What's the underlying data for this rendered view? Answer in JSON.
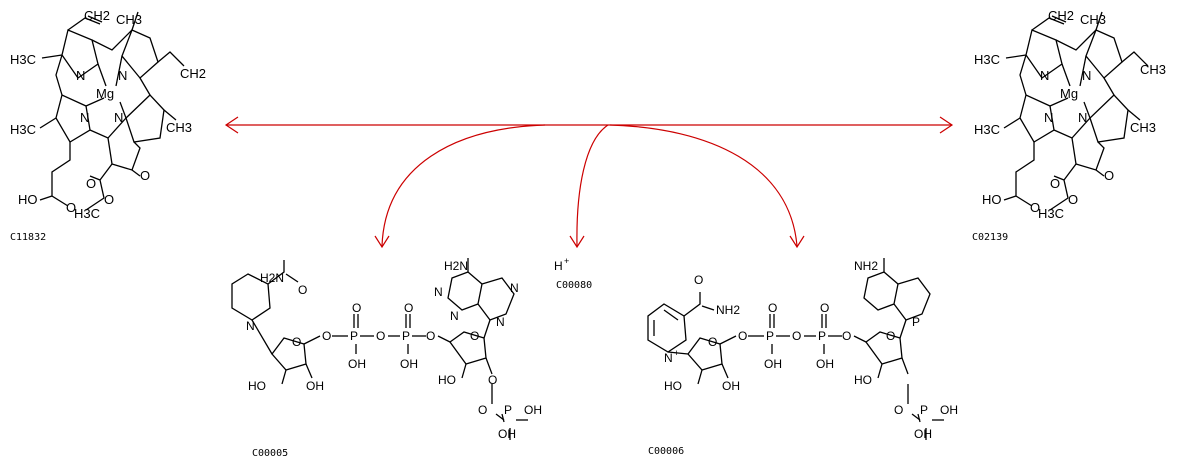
{
  "colors": {
    "arrow": "#cc0000",
    "structure": "#000000",
    "background": "#ffffff"
  },
  "compounds": [
    {
      "id": "C11832",
      "role": "substrate",
      "atoms": {
        "metal": "Mg",
        "n": "N",
        "ch3": "H3C",
        "ch3_right": "CH3",
        "vinyl": "CH2",
        "oh": "HO",
        "o": "O"
      }
    },
    {
      "id": "C02139",
      "role": "product",
      "atoms": {
        "metal": "Mg",
        "n": "N",
        "ch3": "H3C",
        "ch3_right": "CH3",
        "vinyl": "CH2",
        "oh": "HO",
        "o": "O"
      }
    },
    {
      "id": "C00005",
      "role": "cofactor",
      "atoms": {
        "nh2": "H2N",
        "n": "N",
        "p": "P",
        "o": "O",
        "oh": "OH",
        "ho": "HO"
      }
    },
    {
      "id": "C00080",
      "role": "proton",
      "atoms": {
        "h": "H",
        "charge": "+"
      }
    },
    {
      "id": "C00006",
      "role": "cofactor",
      "atoms": {
        "nh2": "NH2",
        "nplus": "N",
        "charge": "+",
        "p": "P",
        "o": "O",
        "oh": "OH",
        "ho": "HO"
      }
    }
  ]
}
